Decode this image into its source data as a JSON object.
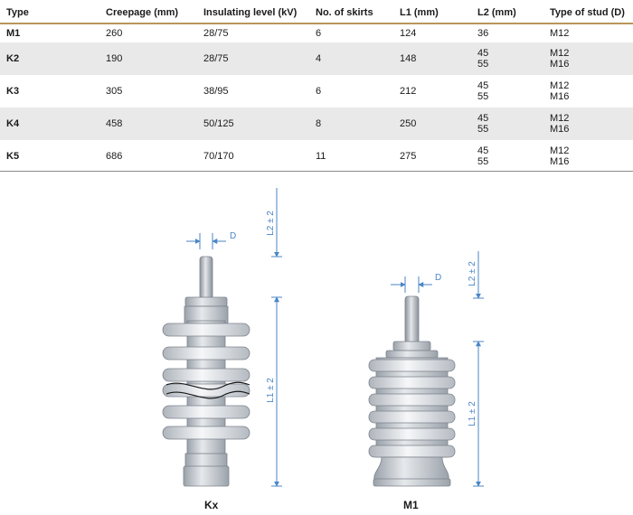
{
  "table": {
    "headers": [
      "Type",
      "Creepage (mm)",
      "Insulating level (kV)",
      "No. of skirts",
      "L1 (mm)",
      "L2 (mm)",
      "Type of stud (D)"
    ],
    "rows": [
      {
        "type": "M1",
        "creepage": "260",
        "insulating": "28/75",
        "skirts": "6",
        "l1": "124",
        "l2": [
          "36"
        ],
        "stud": [
          "M12"
        ]
      },
      {
        "type": "K2",
        "creepage": "190",
        "insulating": "28/75",
        "skirts": "4",
        "l1": "148",
        "l2": [
          "45",
          "55"
        ],
        "stud": [
          "M12",
          "M16"
        ]
      },
      {
        "type": "K3",
        "creepage": "305",
        "insulating": "38/95",
        "skirts": "6",
        "l1": "212",
        "l2": [
          "45",
          "55"
        ],
        "stud": [
          "M12",
          "M16"
        ]
      },
      {
        "type": "K4",
        "creepage": "458",
        "insulating": "50/125",
        "skirts": "8",
        "l1": "250",
        "l2": [
          "45",
          "55"
        ],
        "stud": [
          "M12",
          "M16"
        ]
      },
      {
        "type": "K5",
        "creepage": "686",
        "insulating": "70/170",
        "skirts": "11",
        "l1": "275",
        "l2": [
          "45",
          "55"
        ],
        "stud": [
          "M12",
          "M16"
        ]
      }
    ]
  },
  "figures": {
    "kx": {
      "caption": "Kx",
      "d_label": "D",
      "l2_label": "L2 ± 2",
      "l1_label": "L1 ± 2"
    },
    "m1": {
      "caption": "M1",
      "d_label": "D",
      "l2_label": "L2 ± 2",
      "l1_label": "L1 ± 2"
    }
  },
  "colors": {
    "accent": "#b8975a",
    "dimension": "#4a86c5",
    "stripe": "#e9e9e9"
  }
}
